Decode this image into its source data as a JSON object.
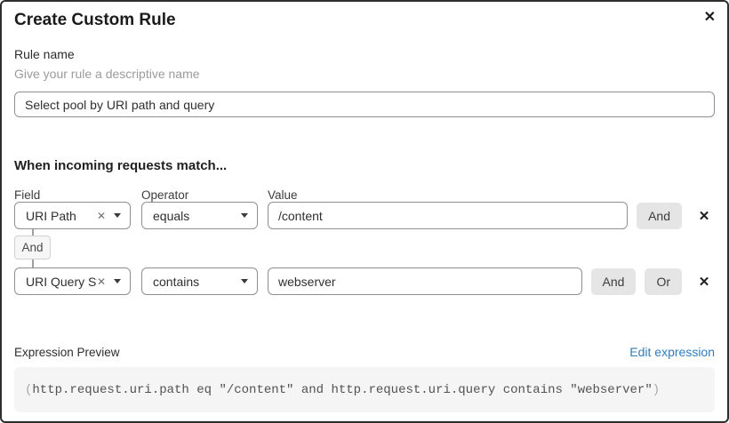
{
  "modal": {
    "title": "Create Custom Rule",
    "close_icon": "✕"
  },
  "rule_name": {
    "label": "Rule name",
    "help": "Give your rule a descriptive name",
    "value": "Select pool by URI path and query"
  },
  "matcher": {
    "heading": "When incoming requests match...",
    "columns": {
      "field": "Field",
      "operator": "Operator",
      "value": "Value"
    },
    "connector_label": "And",
    "clear_icon": "✕",
    "delete_icon": "✕",
    "rows": [
      {
        "field": "URI Path",
        "operator": "equals",
        "value": "/content",
        "buttons": [
          "And"
        ]
      },
      {
        "field": "URI Query St...",
        "operator": "contains",
        "value": "webserver",
        "buttons": [
          "And",
          "Or"
        ]
      }
    ]
  },
  "expression": {
    "label": "Expression Preview",
    "edit_link": "Edit expression",
    "open_paren": "(",
    "body": "http.request.uri.path eq \"/content\" and http.request.uri.query contains \"webserver\"",
    "close_paren": ")"
  },
  "colors": {
    "link_blue": "#2f7cbf",
    "input_border": "#8f8f8f",
    "button_gray": "#e5e5e5",
    "code_background": "#f5f5f5"
  }
}
